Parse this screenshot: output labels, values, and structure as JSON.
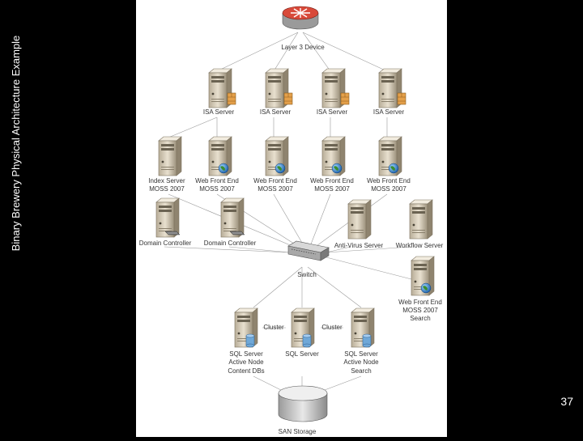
{
  "slide": {
    "side_title": "Binary Brewery Physical Architecture Example",
    "slide_number": "37"
  },
  "diagram": {
    "router": {
      "label": "Layer 3 Device",
      "icon": "router-icon"
    },
    "switch": {
      "label": "Switch",
      "icon": "network-switch-icon"
    },
    "san": {
      "label": "SAN Storage",
      "icon": "storage-cylinder-icon"
    },
    "isa_servers": [
      {
        "label": "ISA Server"
      },
      {
        "label": "ISA Server"
      },
      {
        "label": "ISA Server"
      },
      {
        "label": "ISA Server"
      }
    ],
    "index_server": {
      "lines": [
        "Index Server",
        "MOSS 2007"
      ]
    },
    "web_front_ends": [
      {
        "lines": [
          "Web Front End",
          "MOSS 2007"
        ]
      },
      {
        "lines": [
          "Web Front End",
          "MOSS 2007"
        ]
      },
      {
        "lines": [
          "Web Front End",
          "MOSS 2007"
        ]
      },
      {
        "lines": [
          "Web Front End",
          "MOSS 2007"
        ]
      }
    ],
    "domain_controllers": [
      {
        "label": "Domain Controller"
      },
      {
        "label": "Domain Controller"
      }
    ],
    "antivirus": {
      "label": "Anti-Virus Server"
    },
    "workflow": {
      "label": "Workflow Server"
    },
    "search_wfe": {
      "lines": [
        "Web Front End",
        "MOSS 2007",
        "Search"
      ]
    },
    "sql_servers": [
      {
        "lines": [
          "SQL Server",
          "Active Node",
          "Content DBs"
        ]
      },
      {
        "lines": [
          "SQL Server"
        ]
      },
      {
        "lines": [
          "SQL Server",
          "Active Node",
          "Search"
        ]
      }
    ],
    "cluster_labels": [
      "Cluster",
      "Cluster"
    ]
  }
}
